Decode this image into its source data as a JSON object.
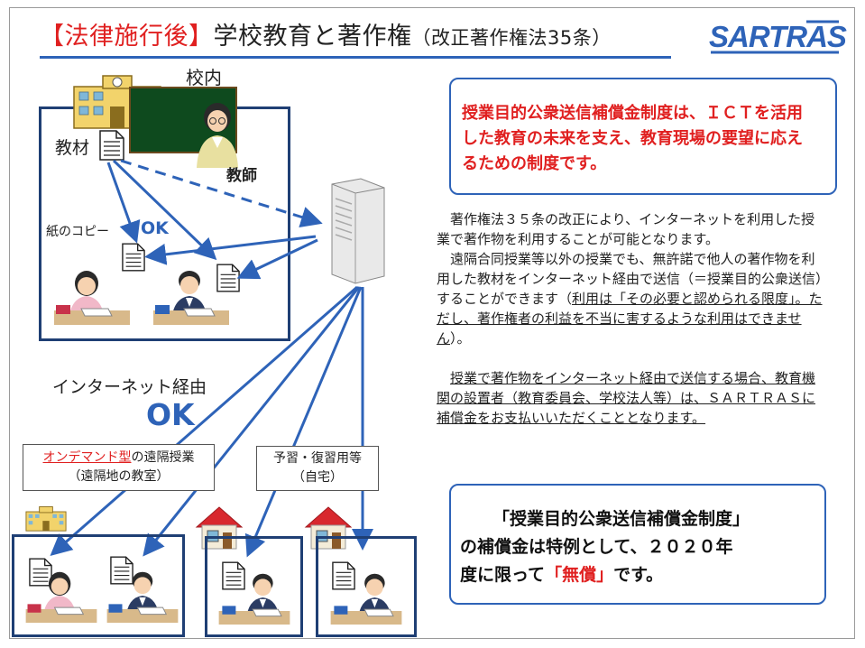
{
  "title": {
    "prefix": "【法律施行後】",
    "main": "学校教育と著作権",
    "sub": "（改正著作権法35条）"
  },
  "logo": {
    "text": "SARTRAS"
  },
  "campus": {
    "label": "校内",
    "material_label": "教材",
    "teacher_label": "教師",
    "paper_copy_label": "紙のコピー",
    "ok_small": "OK"
  },
  "internet": {
    "label": "インターネット経由",
    "ok_big": "OK"
  },
  "callouts": {
    "ondemand_highlight": "オンデマンド型",
    "ondemand_rest": "の遠隔授業",
    "ondemand_line2": "（遠隔地の教室）",
    "home_line1": "予習・復習用等",
    "home_line2": "（自宅）"
  },
  "panel_top": {
    "text": "授業目的公衆送信補償金制度は、ＩＣＴを活用した教育の未来を支え、教育現場の要望に応えるための制度です。"
  },
  "body": {
    "p1": "著作権法３５条の改正により、インターネットを利用した授業で著作物を利用することが可能となります。",
    "p2_plain": "遠隔合同授業等以外の授業でも、無許諾で他人の著作物を利用した教材をインターネット経由で送信（＝授業目的公衆送信）することができます（",
    "p2_underlined": "利用は「その必要と認められる限度」。ただし、著作権者の利益を不当に害するような利用はできません",
    "p2_end": "）。",
    "p3_underlined": "授業で著作物をインターネット経由で送信する場合、教育機関の設置者（教育委員会、学校法人等）は、ＳＡＲＴＲＡＳに補償金をお支払いいただくこととなります。"
  },
  "panel_bottom": {
    "line1": "「授業目的公衆送信補償金制度」",
    "line2": "の補償金は特例として、２０２０年",
    "line3_pre": "度に限って",
    "line3_red": "「無償」",
    "line3_post": "です。"
  },
  "colors": {
    "accent_blue": "#2e63b8",
    "box_navy": "#1f3f74",
    "alert_red": "#e02020"
  }
}
